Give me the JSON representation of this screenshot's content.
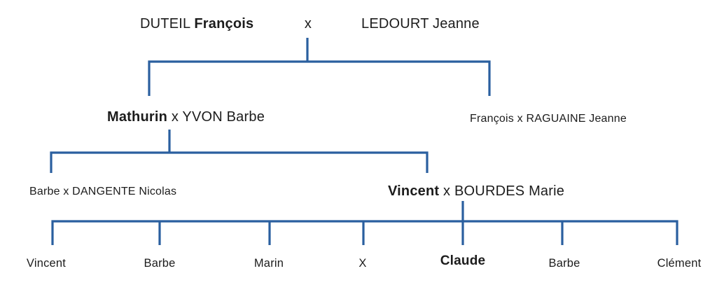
{
  "diagram": {
    "title_implicit": "family-tree",
    "line_color": "#2A5F9F",
    "text_color": "#1C1C1C",
    "generation1": {
      "husband_surname": "DUTEIL",
      "husband_given_bold": "François",
      "marriage_symbol": "x",
      "wife": "LEDOURT  Jeanne"
    },
    "generation2": {
      "left_couple": {
        "given_bold": "Mathurin",
        "rest": "x YVON Barbe"
      },
      "right_couple": {
        "text": "François x RAGUAINE Jeanne"
      }
    },
    "generation3": {
      "left_couple": {
        "text": "Barbe x DANGENTE Nicolas"
      },
      "right_couple": {
        "given_bold": "Vincent",
        "rest": "x BOURDES Marie"
      }
    },
    "generation4": {
      "children": [
        "Vincent",
        "Barbe",
        "Marin",
        "X",
        "Claude",
        "Barbe",
        "Clément"
      ],
      "bold_child_index": 4
    }
  }
}
